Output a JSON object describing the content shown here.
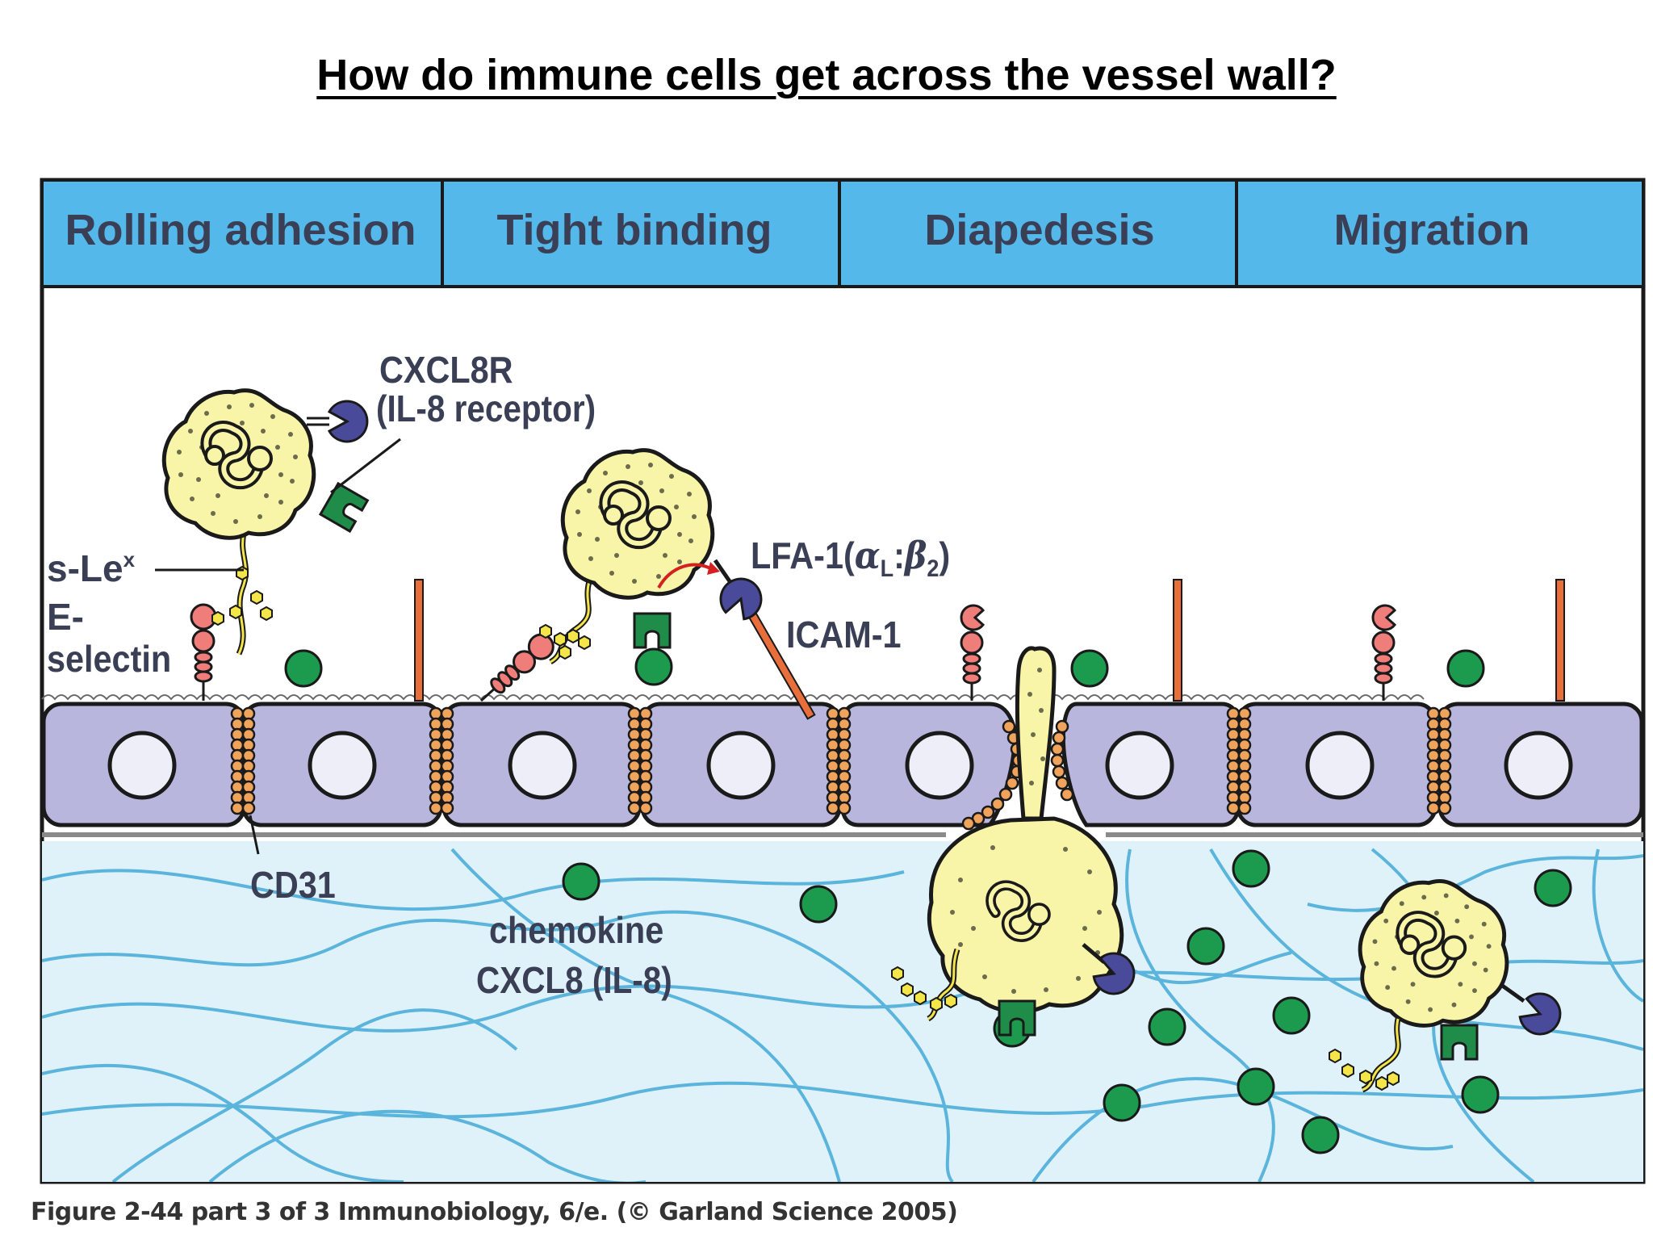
{
  "title": "How do immune cells get across the vessel wall?",
  "stages": [
    "Rolling adhesion",
    "Tight binding",
    "Diapedesis",
    "Migration"
  ],
  "labels": {
    "cxcl8r_line1": "CXCL8R",
    "cxcl8r_line2": "(IL-8 receptor)",
    "slex": "s-Le",
    "slex_sup": "x",
    "eselectin_line1": "E-",
    "eselectin_line2": "selectin",
    "lfa1": "LFA-1(",
    "alpha": "α",
    "alpha_sub": "L",
    "colon": ":",
    "beta": "β",
    "beta_sub": "2",
    "close_paren": ")",
    "icam1": "ICAM-1",
    "cd31": "CD31",
    "chemokine_line1": "chemokine",
    "chemokine_line2": "CXCL8 (IL-8)"
  },
  "caption": "Figure 2-44 part 3 of 3  Immunobiology, 6/e. (© Garland Science 2005)",
  "colors": {
    "header_blue": "#55b8ea",
    "endothelium": "#b8b6dc",
    "tissue": "#dff2fa",
    "fiber": "#5ab4dc",
    "cell_yellow": "#f8f4a8",
    "chemokine_green": "#1c9a4e",
    "receptor_purple": "#4a4a9a",
    "integrin_green": "#1f8c4a",
    "cd31_orange": "#f0a35a",
    "icam_orange": "#e86e3c",
    "selectin_pink": "#ef7d7a",
    "slex_yellow": "#f4e64a"
  }
}
